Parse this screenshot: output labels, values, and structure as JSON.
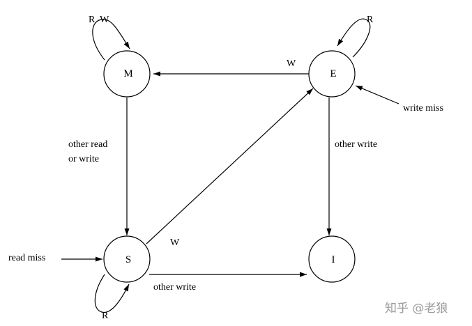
{
  "states": {
    "M": "M",
    "E": "E",
    "S": "S",
    "I": "I"
  },
  "labels": {
    "m_self_loop": "R  W",
    "e_self_loop": "R",
    "s_self_loop": "R",
    "e_to_m": "W",
    "write_miss": "write miss",
    "m_to_s_line1": "other read",
    "m_to_s_line2": "or write",
    "e_to_i": "other write",
    "read_miss": "read miss",
    "s_to_e": "W",
    "s_to_i": "other write"
  },
  "watermark": "知乎 @老狼"
}
